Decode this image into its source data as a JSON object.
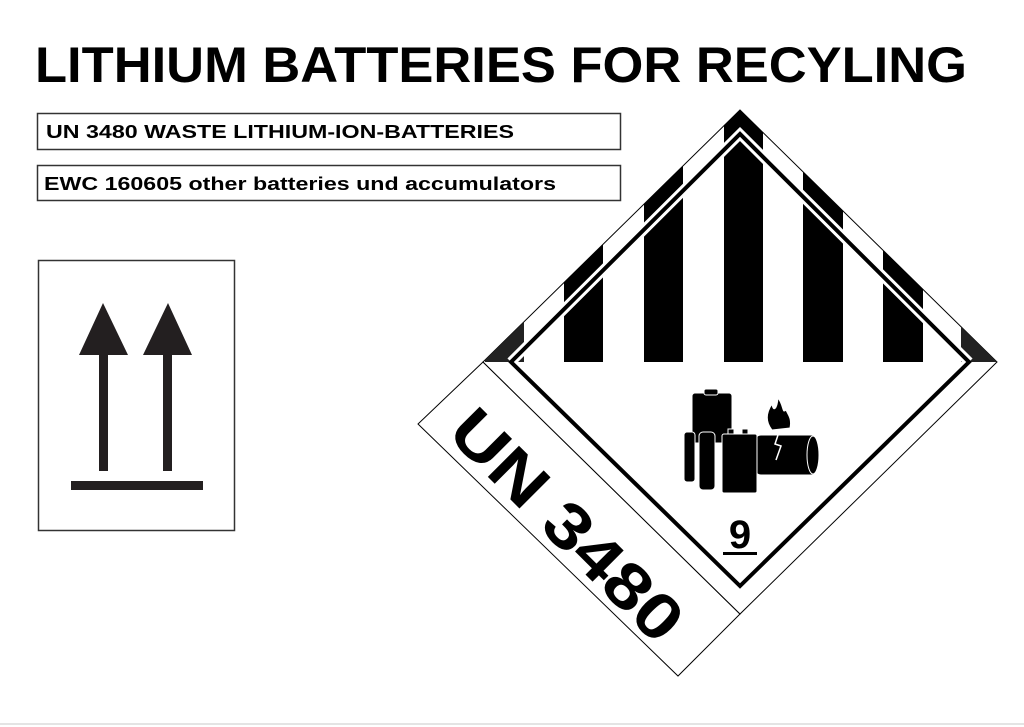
{
  "title": "LITHIUM BATTERIES FOR RECYLING",
  "info_boxes": [
    {
      "text": "UN 3480 WASTE LITHIUM-ION-BATTERIES"
    },
    {
      "text": "EWC 160605 other batteries und accumulators"
    }
  ],
  "orientation_label": {
    "icon": "this-way-up-arrows-icon",
    "color": "#231f20"
  },
  "hazard_label": {
    "icon": "class-9-hazard-diamond-icon",
    "un_number": "UN 3480",
    "class_number": "9",
    "pictogram": "lithium-battery-fire-icon"
  },
  "colors": {
    "ink": "#000000",
    "background": "#ffffff"
  }
}
